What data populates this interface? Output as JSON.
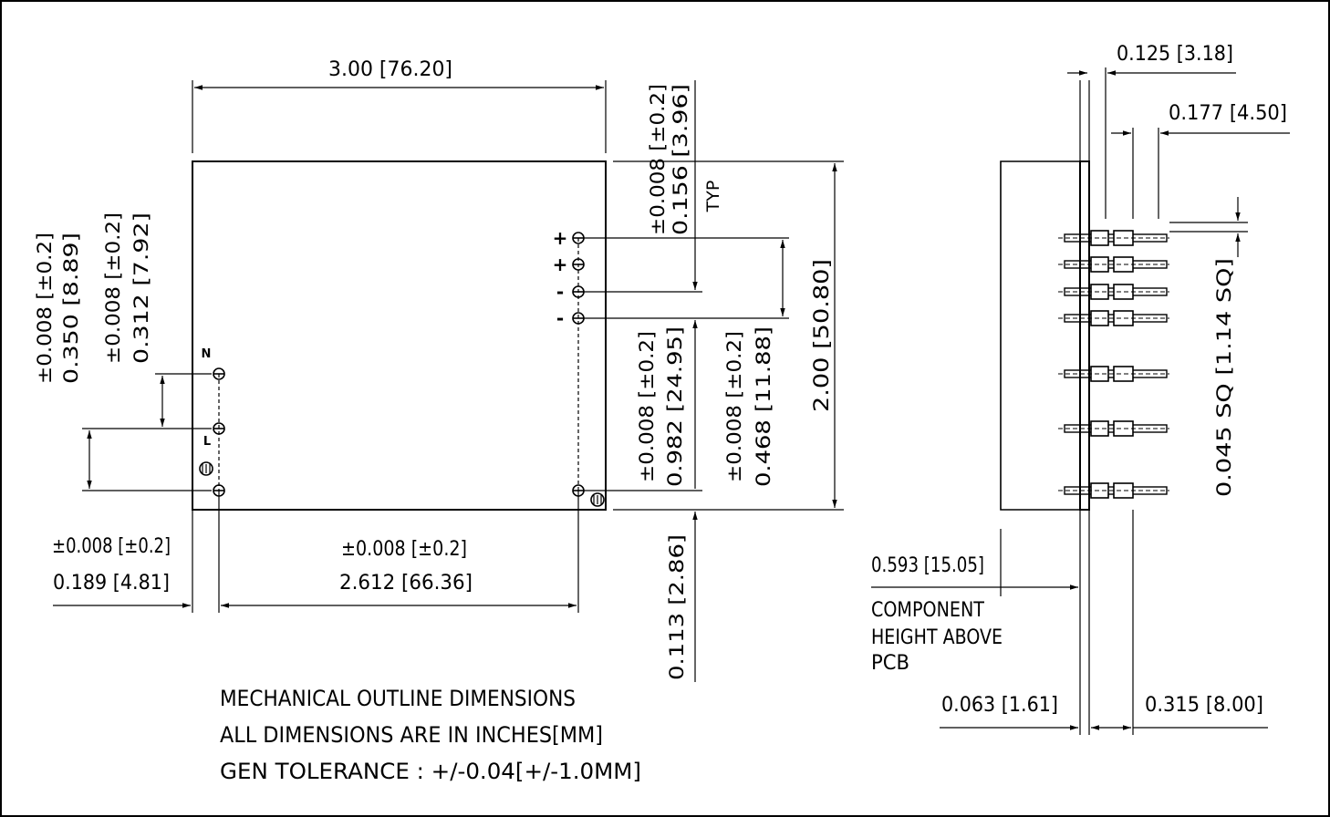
{
  "dimensions": {
    "width_top": "3.00 [76.20]",
    "pin_pitch_tol": "±0.008 [±0.2]",
    "pin_pitch": "0.156 [3.96]",
    "typ": "TYP",
    "height_total": "2.00 [50.80]",
    "left_350_tol": "±0.008 [±0.2]",
    "left_350": "0.350 [8.89]",
    "left_312_tol": "±0.008 [±0.2]",
    "left_312": "0.312 [7.92]",
    "out_982_tol": "±0.008 [±0.2]",
    "out_982": "0.982 [24.95]",
    "out_468_tol": "±0.008 [±0.2]",
    "out_468": "0.468 [11.88]",
    "edge_189_tol": "±0.008 [±0.2]",
    "edge_189": "0.189 [4.81]",
    "pin_span_tol": "±0.008 [±0.2]",
    "pin_span": "2.612 [66.36]",
    "bottom_113": "0.113 [2.86]"
  },
  "pin_labels": {
    "plus1": "+",
    "plus2": "+",
    "minus1": "-",
    "minus2": "-",
    "n": "N",
    "l": "L"
  },
  "side_view": {
    "dim_125": "0.125 [3.18]",
    "dim_177": "0.177 [4.50]",
    "pin_sq": "0.045 SQ [1.14 SQ]",
    "dim_593": "0.593 [15.05]",
    "component_line1": "COMPONENT",
    "component_line2": "HEIGHT ABOVE",
    "component_line3": "PCB",
    "dim_063": "0.063 [1.61]",
    "dim_315": "0.315 [8.00]"
  },
  "notes": {
    "line1": "MECHANICAL OUTLINE DIMENSIONS",
    "line2": "ALL DIMENSIONS ARE IN INCHES[MM]",
    "line3": "GEN TOLERANCE : +/-0.04[+/-1.0MM]"
  }
}
